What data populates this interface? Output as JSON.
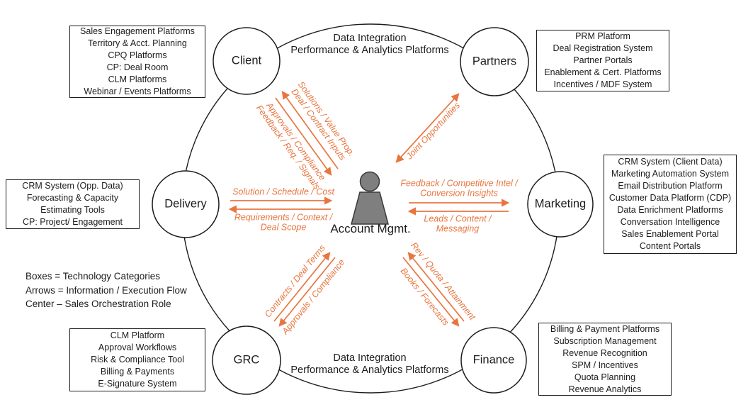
{
  "colors": {
    "accent": "#E8753F",
    "ink": "#1C1C1C",
    "person_fill": "#7F7F7F"
  },
  "center": {
    "icon": "person-icon",
    "label": "Account Mgmt."
  },
  "ring": {
    "top": [
      "Data Integration",
      "Performance & Analytics Platforms"
    ],
    "bottom": [
      "Data Integration",
      "Performance & Analytics Platforms"
    ]
  },
  "nodes": {
    "client": "Client",
    "partners": "Partners",
    "delivery": "Delivery",
    "marketing": "Marketing",
    "grc": "GRC",
    "finance": "Finance"
  },
  "tech_boxes": {
    "client": [
      "Sales Engagement Platforms",
      "Territory & Acct. Planning",
      "CPQ Platforms",
      "CP: Deal Room",
      "CLM Platforms",
      "Webinar / Events Platforms"
    ],
    "partners": [
      "PRM Platform",
      "Deal Registration System",
      "Partner Portals",
      "Enablement & Cert. Platforms",
      "Incentives / MDF System"
    ],
    "marketing": [
      "CRM System (Client Data)",
      "Marketing Automation System",
      "Email Distribution Platform",
      "Customer Data Platform (CDP)",
      "Data Enrichment Platforms",
      "Conversation Intelligence",
      "Sales Enablement Portal",
      "Content Portals"
    ],
    "finance": [
      "Billing & Payment Platforms",
      "Subscription Management",
      "Revenue Recognition",
      "SPM / Incentives",
      "Quota Planning",
      "Revenue Analytics"
    ],
    "grc": [
      "CLM Platform",
      "Approval Workflows",
      "Risk & Compliance Tool",
      "Billing & Payments",
      "E-Signature System"
    ],
    "delivery": [
      "CRM System (Opp. Data)",
      "Forecasting & Capacity",
      "Estimating Tools",
      "CP: Project/ Engagement"
    ]
  },
  "legend": [
    "Boxes = Technology Categories",
    "Arrows = Information / Execution Flow",
    "Center – Sales Orchestration Role"
  ],
  "flows": {
    "solutions_value_prop": "Solutions / Value Prop.",
    "deal_contract_inputs": "Deal / Contract Inputs",
    "approvals_compliance_client": "Approvals / Compliance",
    "feedback_req_signals": "Feedback / Req. / Signals",
    "joint_opportunities": "Joint Opportunities",
    "solution_schedule_cost": "Solution / Schedule / Cost",
    "requirements_context_deal_scope": [
      "Requirements / Context /",
      "Deal Scope"
    ],
    "feedback_competitive_intel": [
      "Feedback / Competitive Intel /",
      "Conversion Insights"
    ],
    "leads_content_messaging": [
      "Leads / Content /",
      "Messaging"
    ],
    "contracts_deal_terms": "Contracts / Deal Terms",
    "approvals_compliance_grc": "Approvals / Compliance",
    "rev_quota_attainment": "Rev / Quota / Attainment",
    "books_forecasts": "Books / Forecasts"
  }
}
